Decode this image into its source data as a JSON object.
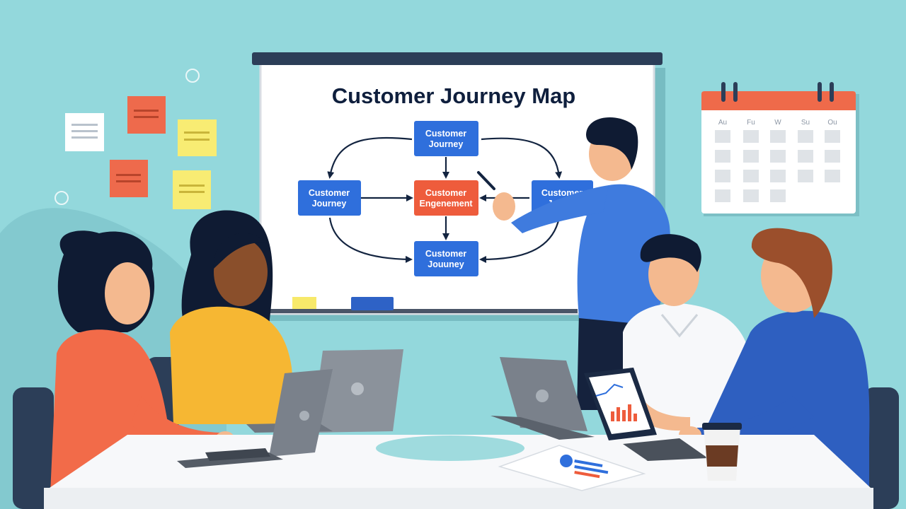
{
  "board": {
    "title": "Customer Journey Map",
    "nodes": {
      "top": {
        "line1": "Customer",
        "line2": "Journey"
      },
      "left": {
        "line1": "Customer",
        "line2": "Journey"
      },
      "center": {
        "line1": "Customer",
        "line2": "Engenement"
      },
      "right": {
        "line1": "Customer",
        "line2": "Jourey"
      },
      "bottom": {
        "line1": "Customer",
        "line2": "Jouuney"
      }
    }
  },
  "calendar": {
    "days": [
      "Au",
      "Fu",
      "W",
      "Su",
      "Ou"
    ]
  },
  "colors": {
    "wall": "#93d8dc",
    "node_blue": "#2f6fdc",
    "node_red": "#ee5c3c",
    "arrow": "#132440",
    "calendar_header": "#ef6a4a",
    "table": "#f7f8fa"
  }
}
